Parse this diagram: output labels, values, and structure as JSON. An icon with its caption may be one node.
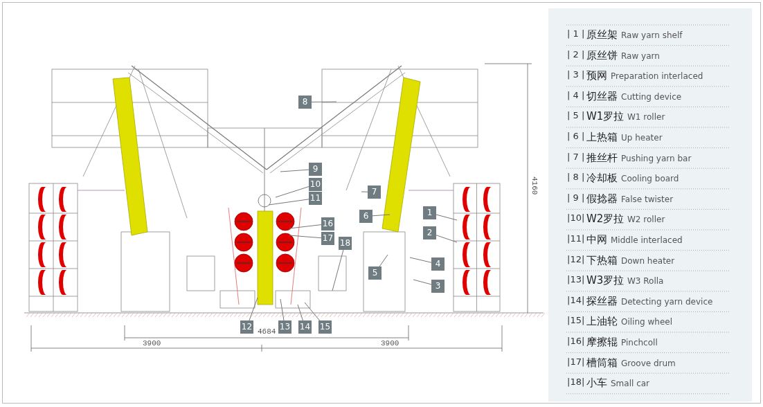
{
  "diagram": {
    "nodes": [
      {
        "text": [
          "1"
        ]
      },
      {
        "text": [
          "2"
        ]
      },
      {
        "text": [
          "3"
        ]
      },
      {
        "text": [
          "4"
        ]
      },
      {
        "text": [
          "5"
        ]
      },
      {
        "text": [
          "6"
        ]
      },
      {
        "text": [
          "7"
        ]
      },
      {
        "text": [
          "8"
        ]
      },
      {
        "text": [
          "9"
        ]
      },
      {
        "text": [
          "10"
        ]
      },
      {
        "text": [
          "11"
        ]
      },
      {
        "text": [
          "12"
        ]
      },
      {
        "text": [
          "13"
        ]
      },
      {
        "text": [
          "14"
        ]
      },
      {
        "text": [
          "15"
        ]
      },
      {
        "text": [
          "16"
        ]
      },
      {
        "text": [
          "17"
        ]
      },
      {
        "text": [
          "18"
        ]
      }
    ],
    "edges": [
      {
        "from": 0,
        "to": null,
        "arrow": "none"
      },
      {
        "from": 1,
        "to": null,
        "arrow": "none"
      },
      {
        "from": 2,
        "to": null,
        "arrow": "none"
      },
      {
        "from": 3,
        "to": null,
        "arrow": "none"
      },
      {
        "from": 4,
        "to": null,
        "arrow": "none"
      },
      {
        "from": 5,
        "to": null,
        "arrow": "none"
      },
      {
        "from": 6,
        "to": null,
        "arrow": "none"
      },
      {
        "from": 7,
        "to": null,
        "arrow": "none"
      },
      {
        "from": 8,
        "to": null,
        "arrow": "none"
      },
      {
        "from": 9,
        "to": null,
        "arrow": "none"
      },
      {
        "from": 10,
        "to": null,
        "arrow": "none"
      },
      {
        "from": 11,
        "to": null,
        "arrow": "none"
      },
      {
        "from": 12,
        "to": null,
        "arrow": "none"
      },
      {
        "from": 13,
        "to": null,
        "arrow": "none"
      },
      {
        "from": 14,
        "to": null,
        "arrow": "none"
      },
      {
        "from": 15,
        "to": null,
        "arrow": "none"
      },
      {
        "from": 16,
        "to": null,
        "arrow": "none"
      },
      {
        "from": 17,
        "to": null,
        "arrow": "none"
      }
    ],
    "labels": [
      "4160",
      "4684",
      "3900",
      "3900",
      "| 1 |",
      "原丝架",
      "Raw yarn shelf",
      "| 2 |",
      "原丝饼",
      "Raw yarn",
      "| 3 |",
      "预网",
      "Preparation interlaced",
      "| 4 |",
      "切丝器",
      "Cutting device",
      "| 5 |",
      "W1罗拉",
      "W1 roller",
      "| 6 |",
      "上热箱",
      "Up heater",
      "| 7 |",
      "推丝杆",
      "Pushing yarn bar",
      "| 8 |",
      "冷却板",
      "Cooling board",
      "| 9 |",
      "假捻器",
      "False twister",
      "|10|",
      "W2罗拉",
      "W2 roller",
      "|11|",
      "中网",
      "Middle interlaced",
      "|12|",
      "下热箱",
      "Down heater",
      "|13|",
      "W3罗拉",
      "W3 Rolla",
      "|14|",
      "探丝器",
      "Detecting yarn device",
      "|15|",
      "上油轮",
      "Oiling wheel",
      "|16|",
      "摩擦辊",
      "Pinchcoll",
      "|17|",
      "槽筒箱",
      "Groove drum",
      "|18|",
      "小车",
      "Small car"
    ]
  }
}
